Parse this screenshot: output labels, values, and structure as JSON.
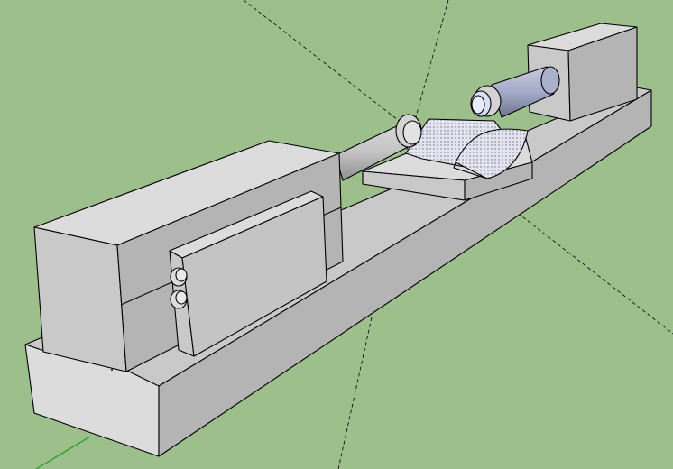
{
  "viewport": {
    "background": "#9cbf8c"
  },
  "colors": {
    "face_light": "#dcdcdc",
    "face_mid": "#c9c9c9",
    "face_dark": "#b4b4b4",
    "rod_blue": "#a9b0cc",
    "axis_green": "#1aa01a",
    "edge": "#000000"
  },
  "model": {
    "parts": [
      "base-rail",
      "headstock",
      "slide-plate",
      "spindle-rod",
      "rod-collar",
      "workpiece-jig",
      "cutter-tool",
      "tailstock",
      "tail-rod",
      "tail-collar",
      "knob-upper",
      "knob-lower"
    ]
  }
}
